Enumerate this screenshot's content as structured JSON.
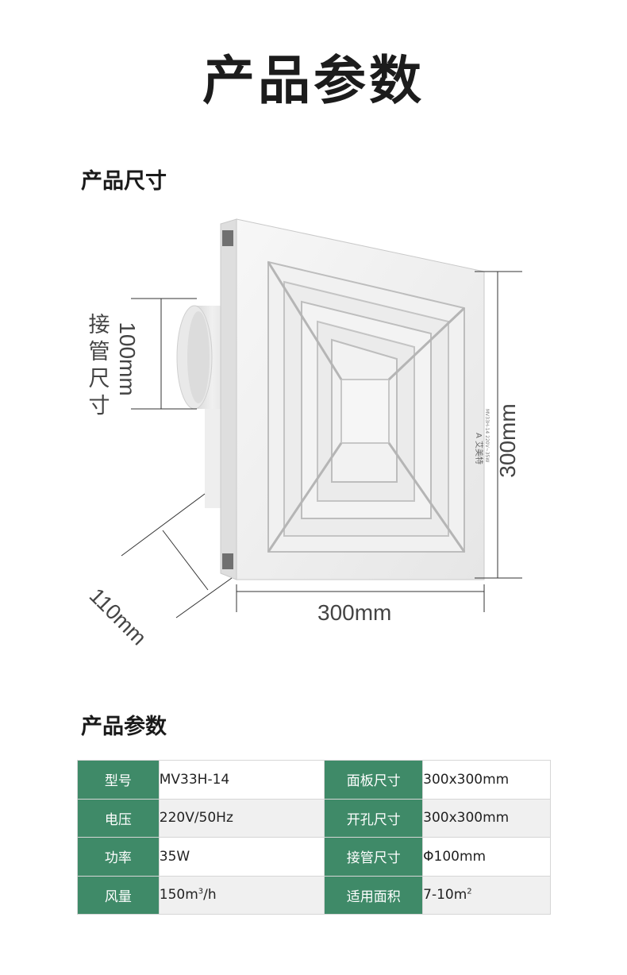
{
  "title": "产品参数",
  "section_dimensions": "产品尺寸",
  "section_params": "产品参数",
  "dimensions": {
    "width": "300mm",
    "height": "300mm",
    "depth": "110mm",
    "pipe_label": [
      "接",
      "管",
      "尺",
      "寸"
    ],
    "pipe_size": "100mm"
  },
  "product": {
    "brand": "艾美特",
    "model_print": "MV33H-14 220V~35W"
  },
  "colors": {
    "header_green": "#3f8a68"
  },
  "specs": [
    {
      "k1": "型号",
      "v1": "MV33H-14",
      "k2": "面板尺寸",
      "v2": "300x300mm"
    },
    {
      "k1": "电压",
      "v1": "220V/50Hz",
      "k2": "开孔尺寸",
      "v2": "300x300mm"
    },
    {
      "k1": "功率",
      "v1": "35W",
      "k2": "接管尺寸",
      "v2": "Φ100mm"
    },
    {
      "k1": "风量",
      "v1": "150m",
      "v1_sup": "3",
      "v1_tail": "/h",
      "k2": "适用面积",
      "v2": "7-10m",
      "v2_sup": "2"
    }
  ]
}
